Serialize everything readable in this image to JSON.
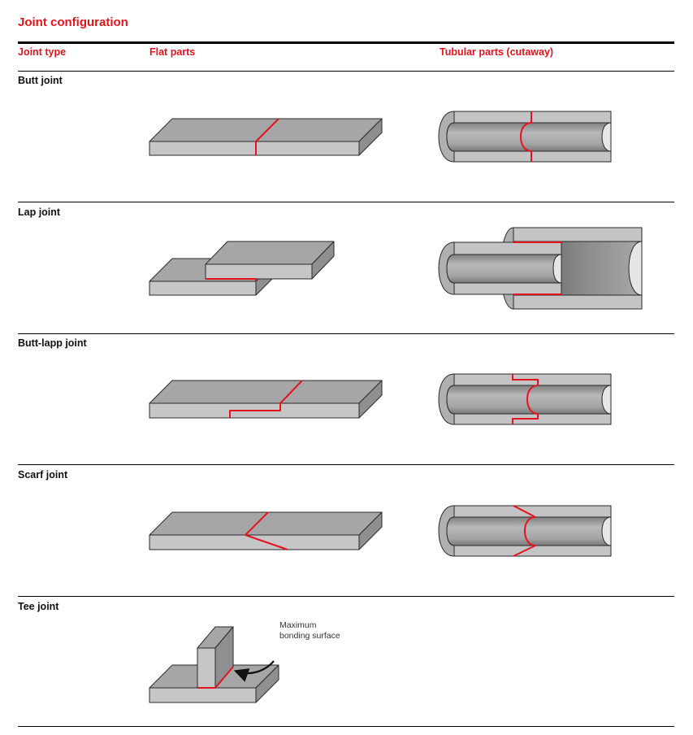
{
  "title": "Joint configuration",
  "columns": {
    "joint_type": "Joint type",
    "flat_parts": "Flat parts",
    "tubular_parts": "Tubular parts (cutaway)"
  },
  "rows": [
    {
      "label": "Butt joint"
    },
    {
      "label": "Lap joint"
    },
    {
      "label": "Butt-lapp joint"
    },
    {
      "label": "Scarf joint"
    },
    {
      "label": "Tee joint"
    }
  ],
  "annotation": {
    "line1": "Maximum",
    "line2": "bonding surface"
  },
  "colors": {
    "accent": "#e3141b",
    "part_top": "#a6a6a8",
    "part_front": "#c6c6c8",
    "part_side": "#8f8f91",
    "outline": "#2a2a2a"
  }
}
